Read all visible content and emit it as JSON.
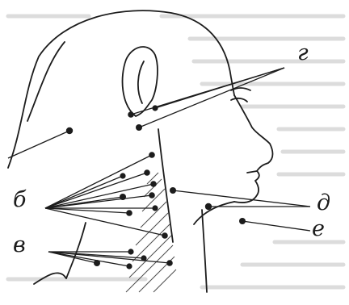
{
  "labels": {
    "b": "б",
    "v": "в",
    "g": "г",
    "d": "д",
    "e": "е"
  },
  "colors": {
    "ink": "#1c1c1c",
    "page": "#ffffff",
    "bleed_text": "#d9d9d9"
  }
}
